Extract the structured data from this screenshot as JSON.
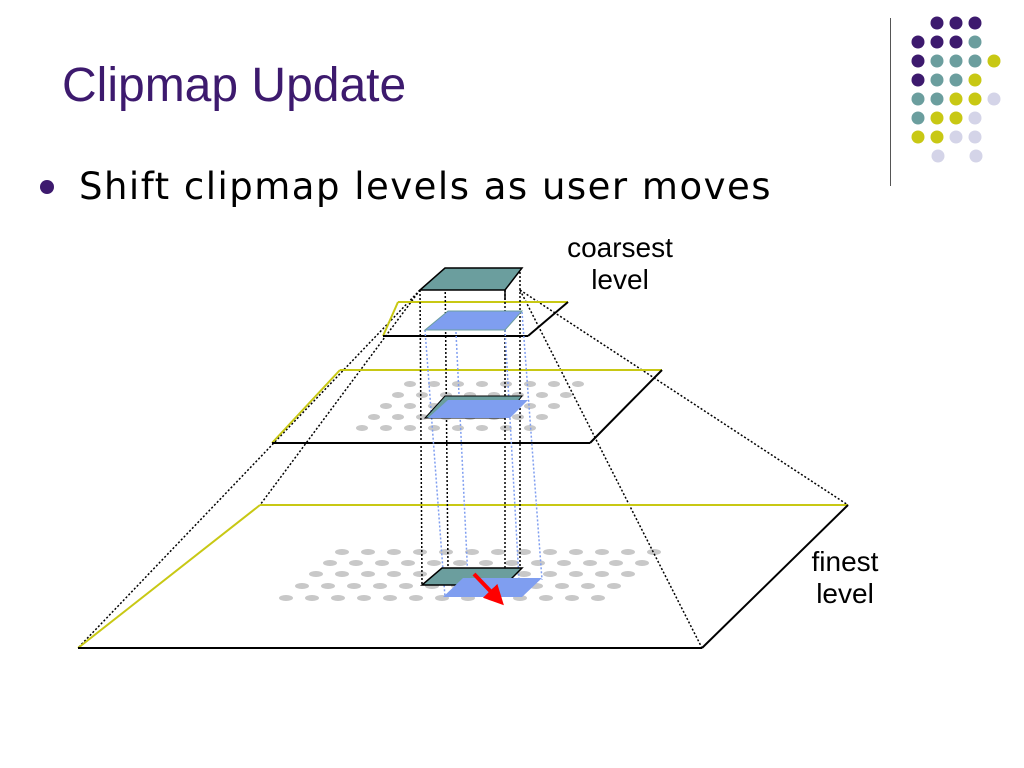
{
  "slide": {
    "title": "Clipmap Update",
    "bullet": "Shift clipmap levels as user moves"
  },
  "labels": {
    "coarsest_line1": "coarsest",
    "coarsest_line2": "level",
    "finest_line1": "finest",
    "finest_line2": "level"
  },
  "colors": {
    "title": "#3d1a6e",
    "deco_purple": "#3d1a6e",
    "deco_teal": "#6b9e9e",
    "deco_yellow": "#c8c814",
    "deco_lavender": "#d4d4e8",
    "clip_region_teal": "#6b9e9e",
    "clip_region_blue": "#7f9ef0",
    "movement_arrow": "#ff0000",
    "dot_gray": "#c8c8c8"
  },
  "icons": {
    "movement": "red-arrow-icon"
  }
}
